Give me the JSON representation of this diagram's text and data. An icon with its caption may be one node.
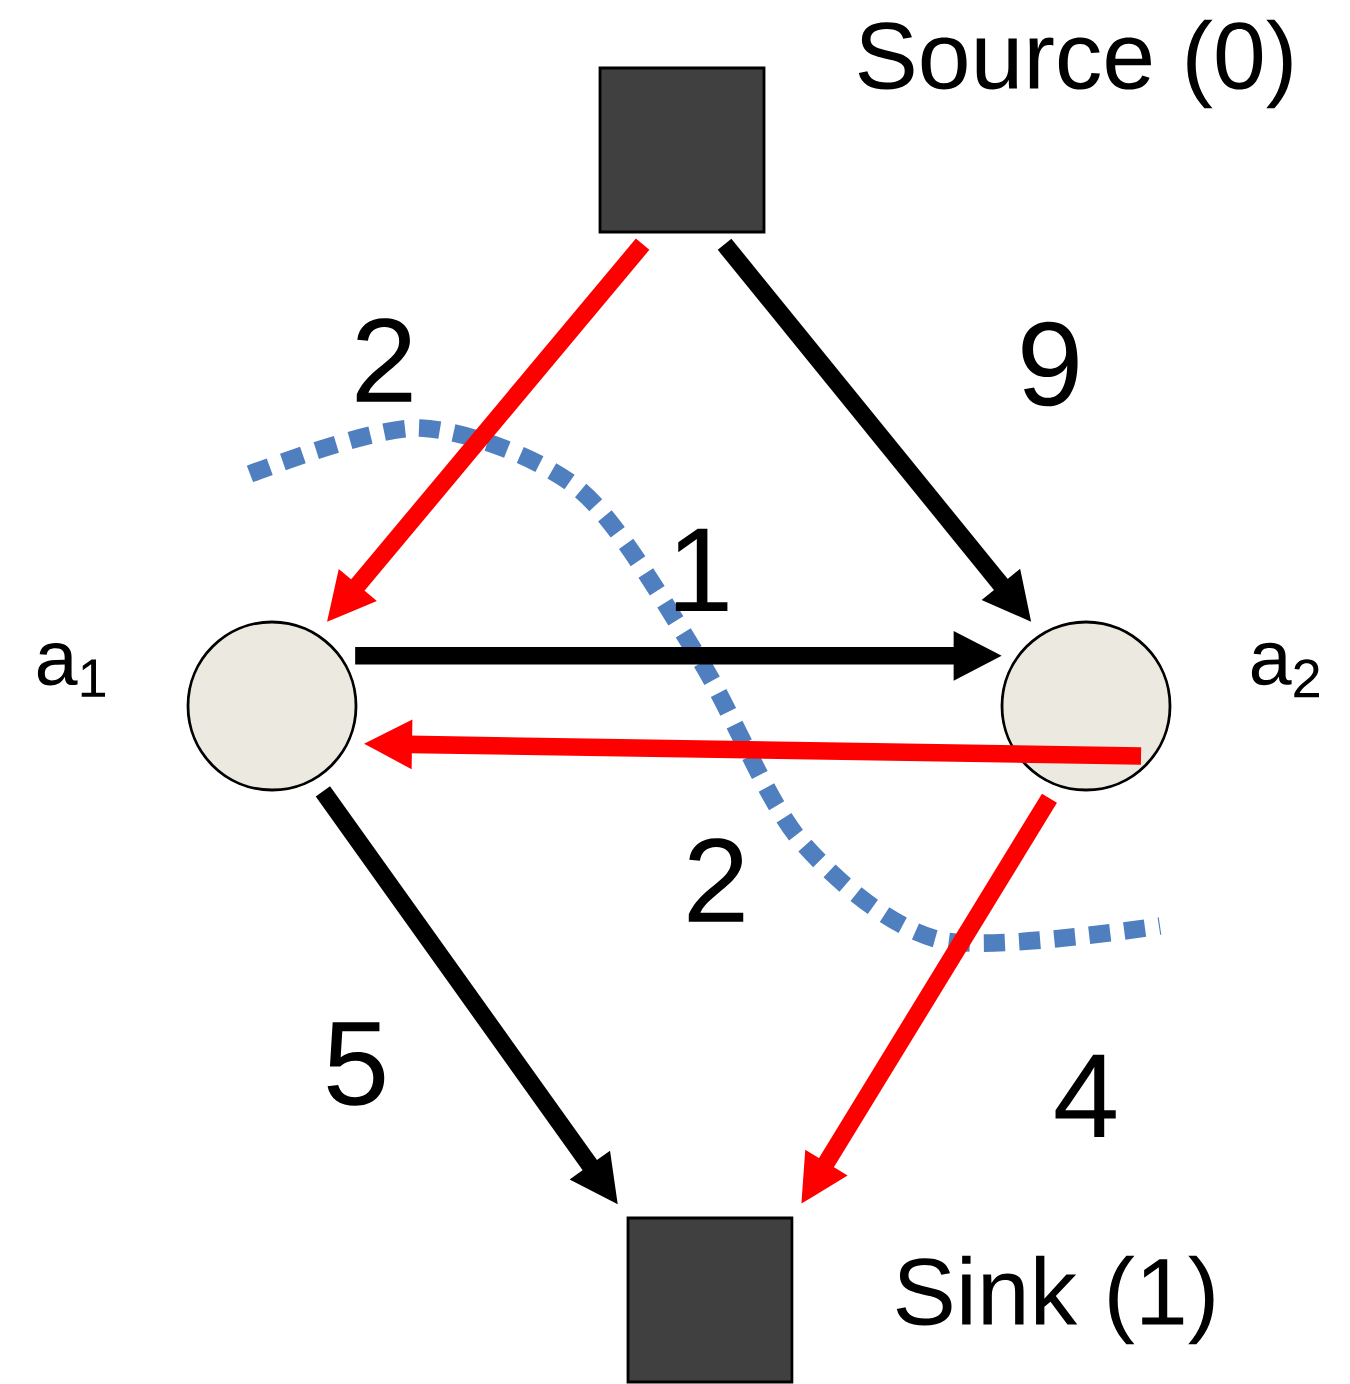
{
  "diagram": {
    "nodes": [
      {
        "text": [
          "Source (0)"
        ]
      },
      {
        "text": [
          "a$_{1}$"
        ]
      },
      {
        "text": [
          "a$_{2}$"
        ]
      },
      {
        "text": [
          "Sink (1)"
        ]
      }
    ],
    "edges": [
      {
        "from": 0,
        "to": 1,
        "arrow": "to",
        "label": "2",
        "color": "#ff0000"
      },
      {
        "from": 0,
        "to": 2,
        "arrow": "to",
        "label": "9",
        "color": "#000000"
      },
      {
        "from": 1,
        "to": 2,
        "arrow": "to",
        "label": "1",
        "color": "#000000"
      },
      {
        "from": 2,
        "to": 1,
        "arrow": "to",
        "label": "2",
        "color": "#ff0000"
      },
      {
        "from": 1,
        "to": 3,
        "arrow": "to",
        "label": "5",
        "color": "#000000"
      },
      {
        "from": 2,
        "to": 3,
        "arrow": "to",
        "label": "4",
        "color": "#ff0000"
      }
    ]
  }
}
